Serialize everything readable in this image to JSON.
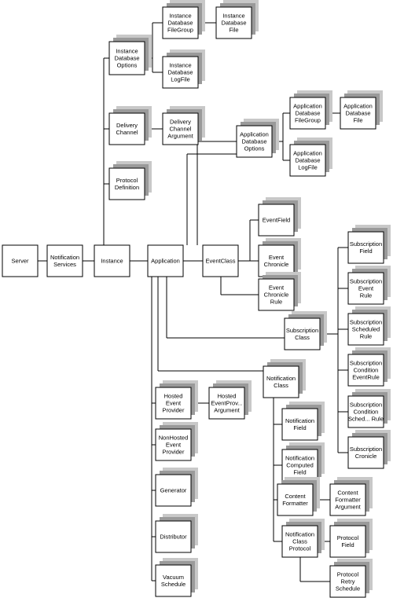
{
  "colors": {
    "line": "#000000",
    "box": "#ffffff",
    "shadow_near": "#9a9a9a",
    "shadow_far": "#c8c8c8"
  },
  "nodes": [
    {
      "id": "server",
      "lines": [
        "Server"
      ],
      "shadow": false
    },
    {
      "id": "notification-services",
      "lines": [
        "Notification",
        "Services"
      ],
      "shadow": false
    },
    {
      "id": "instance",
      "lines": [
        "Instance"
      ],
      "shadow": false
    },
    {
      "id": "instance-database-options",
      "lines": [
        "Instance",
        "Database",
        "Options"
      ],
      "shadow": true
    },
    {
      "id": "instance-database-filegroup",
      "lines": [
        "Instance",
        "Database",
        "FileGroup"
      ],
      "shadow": true
    },
    {
      "id": "instance-database-file",
      "lines": [
        "Instance",
        "Database",
        "File"
      ],
      "shadow": true
    },
    {
      "id": "instance-database-logfile",
      "lines": [
        "Instance",
        "Database",
        "LogFile"
      ],
      "shadow": true
    },
    {
      "id": "delivery-channel",
      "lines": [
        "Delivery",
        "Channel"
      ],
      "shadow": true
    },
    {
      "id": "delivery-channel-argument",
      "lines": [
        "Delivery",
        "Channel",
        "Argument"
      ],
      "shadow": true
    },
    {
      "id": "protocol-definition",
      "lines": [
        "Protocol",
        "Definition"
      ],
      "shadow": true
    },
    {
      "id": "application",
      "lines": [
        "Application"
      ],
      "shadow": false
    },
    {
      "id": "application-database-options",
      "lines": [
        "Application",
        "Database",
        "Options"
      ],
      "shadow": true
    },
    {
      "id": "application-database-filegroup",
      "lines": [
        "Application",
        "Database",
        "FileGroup"
      ],
      "shadow": true
    },
    {
      "id": "application-database-file",
      "lines": [
        "Application",
        "Database",
        "File"
      ],
      "shadow": true
    },
    {
      "id": "application-database-logfile",
      "lines": [
        "Application",
        "Database",
        "LogFile"
      ],
      "shadow": true
    },
    {
      "id": "eventclass",
      "lines": [
        "EventClass"
      ],
      "shadow": false
    },
    {
      "id": "eventfield",
      "lines": [
        "EventField"
      ],
      "shadow": true
    },
    {
      "id": "event-chronicle",
      "lines": [
        "Event",
        "Chronicle"
      ],
      "shadow": true
    },
    {
      "id": "event-chronicle-rule",
      "lines": [
        "Event",
        "Chronicle",
        "Rule"
      ],
      "shadow": true
    },
    {
      "id": "subscription-class",
      "lines": [
        "Subscription",
        "Class"
      ],
      "shadow": true
    },
    {
      "id": "subscription-field",
      "lines": [
        "Subscription",
        "Field"
      ],
      "shadow": true
    },
    {
      "id": "subscription-event-rule",
      "lines": [
        "Subscription",
        "Event",
        "Rule"
      ],
      "shadow": true
    },
    {
      "id": "subscription-scheduled-rule",
      "lines": [
        "Subscription",
        "Scheduled",
        "Rule"
      ],
      "shadow": true
    },
    {
      "id": "subscription-condition-eventrule",
      "lines": [
        "Subscription",
        "Condition",
        "EventRule"
      ],
      "shadow": true
    },
    {
      "id": "subscription-condition-sched-rule",
      "lines": [
        "Subscription",
        "Condition",
        "Sched... Rule"
      ],
      "shadow": true
    },
    {
      "id": "subscription-cronicle",
      "lines": [
        "Subscription",
        "Cronicle"
      ],
      "shadow": true
    },
    {
      "id": "notification-class",
      "lines": [
        "Notification",
        "Class"
      ],
      "shadow": true
    },
    {
      "id": "notification-field",
      "lines": [
        "Notification",
        "Field"
      ],
      "shadow": true
    },
    {
      "id": "notification-computed-field",
      "lines": [
        "Notification",
        "Computed",
        "Field"
      ],
      "shadow": true
    },
    {
      "id": "content-formatter",
      "lines": [
        "Content",
        "Formatter"
      ],
      "shadow": true
    },
    {
      "id": "content-formatter-argument",
      "lines": [
        "Content",
        "Formatter",
        "Argument"
      ],
      "shadow": true
    },
    {
      "id": "notification-class-protocol",
      "lines": [
        "Notification",
        "Class",
        "Protocol"
      ],
      "shadow": true
    },
    {
      "id": "protocol-field",
      "lines": [
        "Protocol",
        "Field"
      ],
      "shadow": true
    },
    {
      "id": "protocol-retry-schedule",
      "lines": [
        "Protocol",
        "Retry",
        "Schedule"
      ],
      "shadow": true
    },
    {
      "id": "hosted-event-provider",
      "lines": [
        "Hosted",
        "Event",
        "Provider"
      ],
      "shadow": true
    },
    {
      "id": "hosted-eventprov-argument",
      "lines": [
        "Hosted",
        "EventProv...",
        "Argument"
      ],
      "shadow": true
    },
    {
      "id": "nonhosted-event-provider",
      "lines": [
        "NonHosted",
        "Event",
        "Provider"
      ],
      "shadow": true
    },
    {
      "id": "generator",
      "lines": [
        "Generator"
      ],
      "shadow": true
    },
    {
      "id": "distributor",
      "lines": [
        "Distributor"
      ],
      "shadow": true
    },
    {
      "id": "vacuum-schedule",
      "lines": [
        "Vacuum",
        "Schedule"
      ],
      "shadow": true
    }
  ]
}
